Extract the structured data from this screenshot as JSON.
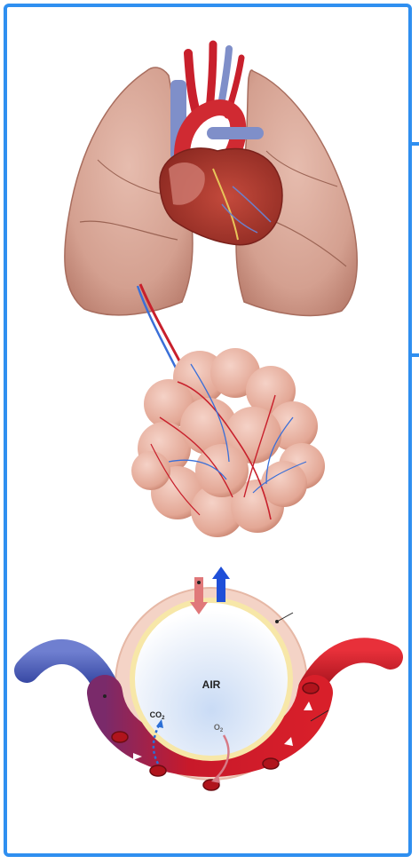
{
  "diagram": {
    "alveolus": {
      "center_label": "AIR",
      "co2_label": "CO",
      "co2_sub": "2",
      "o2_label": "O",
      "o2_sub": "2"
    },
    "colors": {
      "frame": "#2f8ff0",
      "oxygenated": "#d81f2a",
      "deoxygenated": "#3b53b8",
      "lung_tissue": "#d9a89a",
      "alveoli": "#e9b2a5"
    },
    "icons": [
      "lungs-heart-illustration",
      "alveoli-cluster-illustration",
      "alveolus-cross-section",
      "arrow-up-icon",
      "arrow-down-icon"
    ]
  }
}
